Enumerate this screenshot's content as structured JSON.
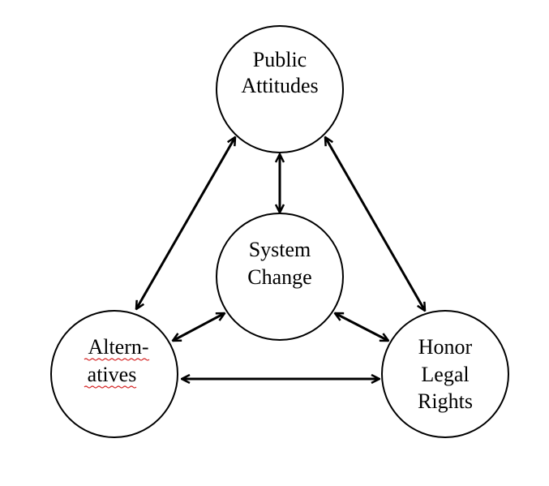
{
  "diagram": {
    "nodes": {
      "public_attitudes": {
        "lines": [
          "Public",
          "Attitudes"
        ]
      },
      "system_change": {
        "lines": [
          "System",
          "Change"
        ]
      },
      "alternatives": {
        "lines": [
          "Altern-",
          "atives"
        ]
      },
      "honor_legal_rights": {
        "lines": [
          "Honor",
          "Legal",
          "Rights"
        ]
      }
    },
    "edges": [
      {
        "from": "public_attitudes",
        "to": "system_change",
        "direction": "both"
      },
      {
        "from": "public_attitudes",
        "to": "alternatives",
        "direction": "both"
      },
      {
        "from": "public_attitudes",
        "to": "honor_legal_rights",
        "direction": "both"
      },
      {
        "from": "system_change",
        "to": "alternatives",
        "direction": "both"
      },
      {
        "from": "system_change",
        "to": "honor_legal_rights",
        "direction": "both"
      },
      {
        "from": "alternatives",
        "to": "honor_legal_rights",
        "direction": "both"
      }
    ],
    "colors": {
      "stroke": "#000000",
      "fill": "#ffffff",
      "spellcheck_underline": "#d42020"
    }
  }
}
